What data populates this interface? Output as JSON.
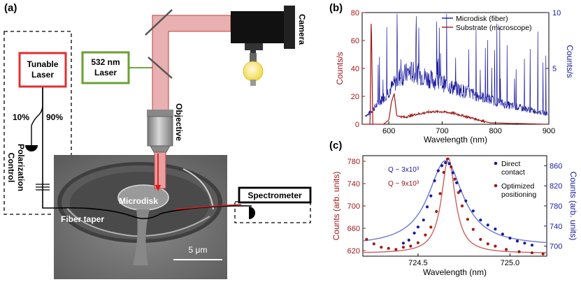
{
  "panel_a": {
    "label": "(a)",
    "tunable_laser": "Tunable\nLaser",
    "laser532": "532 nm\nLaser",
    "split_left": "10%",
    "split_right": "90%",
    "polarization_control": "Polarization\nControl",
    "objective": "Objective",
    "camera": "Camera",
    "microdisk": "Microdisk",
    "fiber_taper": "Fiber taper",
    "spectrometer": "Spectrometer",
    "scale_bar": "5 μm",
    "colors": {
      "tunable_box": "#e03030",
      "laser_box": "#6aa032",
      "beam": "#e8a0a0",
      "sem_bg": "#7a7a7a"
    }
  },
  "chart_data": [
    {
      "panel": "(b)",
      "type": "line",
      "xlabel": "Wavelength (nm)",
      "ylabel_left": "Counts/s",
      "ylabel_right": "Counts/s",
      "xlim": [
        550,
        900
      ],
      "xticks": [
        600,
        700,
        800,
        900
      ],
      "ylim_left": [
        0,
        80
      ],
      "yticks_left": [
        0,
        20,
        40,
        60,
        80
      ],
      "ylim_right": [
        0,
        10
      ],
      "yticks_right": [
        5,
        10
      ],
      "legend_position": "top-right",
      "series": [
        {
          "name": "Microdisk (fiber)",
          "axis": "right",
          "color": "#1a1aa0",
          "x": [
            560,
            580,
            600,
            620,
            640,
            660,
            680,
            700,
            720,
            740,
            760,
            780,
            800,
            820,
            840,
            860,
            880,
            900
          ],
          "y": [
            0.8,
            1.8,
            2.9,
            4.1,
            4.6,
            4.3,
            3.9,
            3.6,
            3.2,
            2.9,
            2.6,
            2.3,
            2.0,
            1.7,
            1.5,
            1.3,
            1.1,
            0.9
          ]
        },
        {
          "name": "Substrate (microscope)",
          "axis": "left",
          "color": "#a01818",
          "x": [
            550,
            565,
            567,
            570,
            590,
            600,
            605,
            610,
            615,
            630,
            650,
            680,
            700,
            720,
            760,
            790,
            900
          ],
          "y": [
            0,
            0,
            80,
            0,
            0,
            3,
            16,
            22,
            6,
            5,
            7,
            9,
            9,
            8,
            4,
            1,
            0
          ]
        }
      ]
    },
    {
      "panel": "(c)",
      "type": "scatter",
      "xlabel": "Wavelength (nm)",
      "ylabel_left": "Counts (arb. units)",
      "ylabel_right": "Counts (arb. units)",
      "xlim": [
        724.2,
        725.2
      ],
      "xticks": [
        724.5,
        725.0
      ],
      "ylim_left": [
        610,
        790
      ],
      "yticks_left": [
        620,
        660,
        700,
        740,
        780
      ],
      "ylim_right": [
        680,
        880
      ],
      "yticks_right": [
        700,
        740,
        780,
        820,
        860
      ],
      "annotations": [
        "Q ~ 3x10³",
        "Q ~ 9x10³"
      ],
      "legend_position": "top-right",
      "series": [
        {
          "name": "Direct\ncontact",
          "axis": "right",
          "color": "#1a1aa0",
          "center": 724.65,
          "fwhm": 0.23,
          "baseline": 700,
          "peak": 870,
          "x": [
            724.42,
            724.45,
            724.48,
            724.5,
            724.53,
            724.55,
            724.57,
            724.59,
            724.61,
            724.63,
            724.65,
            724.67,
            724.69,
            724.71,
            724.73,
            724.76,
            724.8,
            724.84,
            724.88,
            724.92,
            724.96,
            725.0,
            725.04,
            725.08,
            725.12
          ],
          "y": [
            706,
            712,
            726,
            738,
            752,
            778,
            800,
            830,
            850,
            860,
            866,
            864,
            846,
            826,
            810,
            790,
            770,
            752,
            742,
            734,
            724,
            716,
            710,
            706,
            702
          ]
        },
        {
          "name": "Optimized\npositioning",
          "axis": "left",
          "color": "#a01818",
          "center": 724.665,
          "fwhm": 0.09,
          "baseline": 615,
          "peak": 786,
          "x": [
            724.22,
            724.26,
            724.3,
            724.34,
            724.38,
            724.42,
            724.46,
            724.5,
            724.54,
            724.57,
            724.6,
            724.62,
            724.64,
            724.66,
            724.68,
            724.7,
            724.72,
            724.74,
            724.77,
            724.8,
            724.84,
            724.88,
            724.92,
            724.98,
            725.05,
            725.12,
            725.18
          ],
          "y": [
            640,
            632,
            626,
            624,
            622,
            626,
            628,
            634,
            648,
            662,
            690,
            722,
            760,
            784,
            770,
            748,
            724,
            700,
            676,
            658,
            640,
            632,
            628,
            622,
            618,
            616,
            614
          ]
        }
      ]
    }
  ]
}
